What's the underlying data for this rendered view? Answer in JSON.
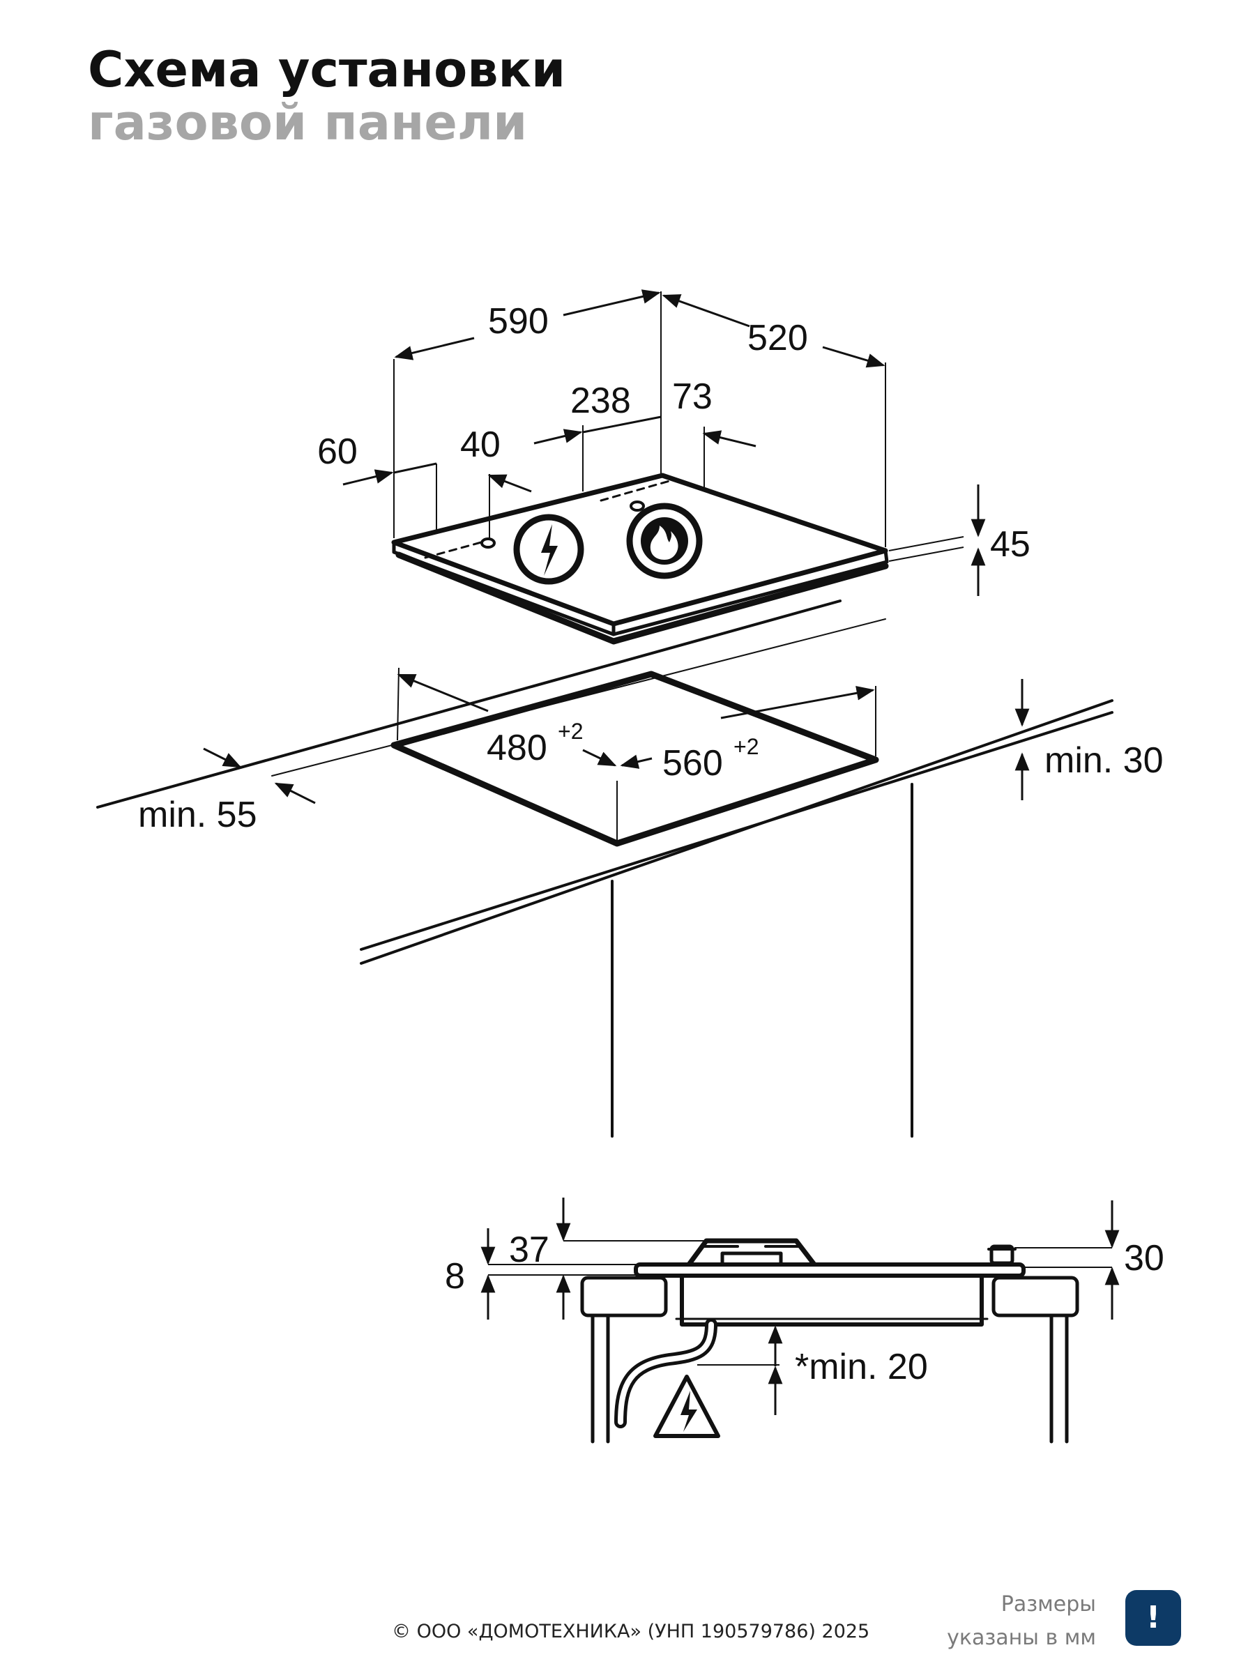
{
  "header": {
    "title_line1": "Схема установки",
    "title_line2": "газовой панели"
  },
  "top_view_dimensions": {
    "width": "590",
    "depth": "520",
    "offset_238": "238",
    "offset_73": "73",
    "offset_60": "60",
    "offset_40": "40",
    "height": "45"
  },
  "cutout_dimensions": {
    "depth": "480",
    "depth_tolerance": "+2",
    "width": "560",
    "width_tolerance": "+2",
    "min_front": "min. 55",
    "min_thickness": "min. 30"
  },
  "side_view_dimensions": {
    "d8": "8",
    "d37": "37",
    "d30": "30",
    "min_clearance": "*min. 20"
  },
  "footer": {
    "copyright": "© ООО «ДОМОТЕХНИКА» (УНП 190579786) 2025",
    "note_line1": "Размеры",
    "note_line2": "указаны в мм",
    "badge": "!"
  },
  "colors": {
    "title": "#111111",
    "subtitle": "#a6a6a6",
    "badge_bg": "#0d3a66",
    "line": "#111111"
  }
}
